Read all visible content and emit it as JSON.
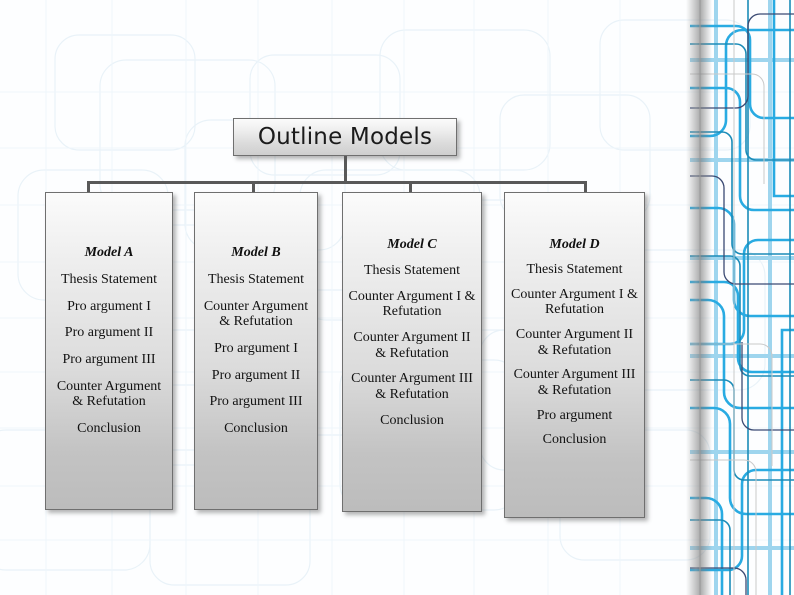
{
  "slide": {
    "title": "Outline Models",
    "models": [
      {
        "name": "Model A",
        "items": [
          "Thesis Statement",
          "Pro argument I",
          "Pro argument II",
          "Pro argument III",
          "Counter Argument & Refutation",
          "Conclusion"
        ]
      },
      {
        "name": "Model B",
        "items": [
          "Thesis Statement",
          "Counter Argument & Refutation",
          "Pro argument I",
          "Pro argument II",
          "Pro argument III",
          "Conclusion"
        ]
      },
      {
        "name": "Model C",
        "items": [
          "Thesis Statement",
          "Counter Argument I & Refutation",
          "Counter Argument II & Refutation",
          "Counter Argument III & Refutation",
          "Conclusion"
        ]
      },
      {
        "name": "Model D",
        "items": [
          "Thesis Statement",
          "Counter Argument I & Refutation",
          "Counter Argument II & Refutation",
          "Counter Argument III & Refutation",
          "Pro argument",
          "Conclusion"
        ]
      }
    ]
  },
  "theme": {
    "accent_cyan": "#29abe2",
    "accent_teal": "#1b8cb8",
    "accent_navy": "#3b4a73",
    "box_border": "#6f6f6f",
    "connector": "#595959",
    "background": "#fdfeff"
  }
}
